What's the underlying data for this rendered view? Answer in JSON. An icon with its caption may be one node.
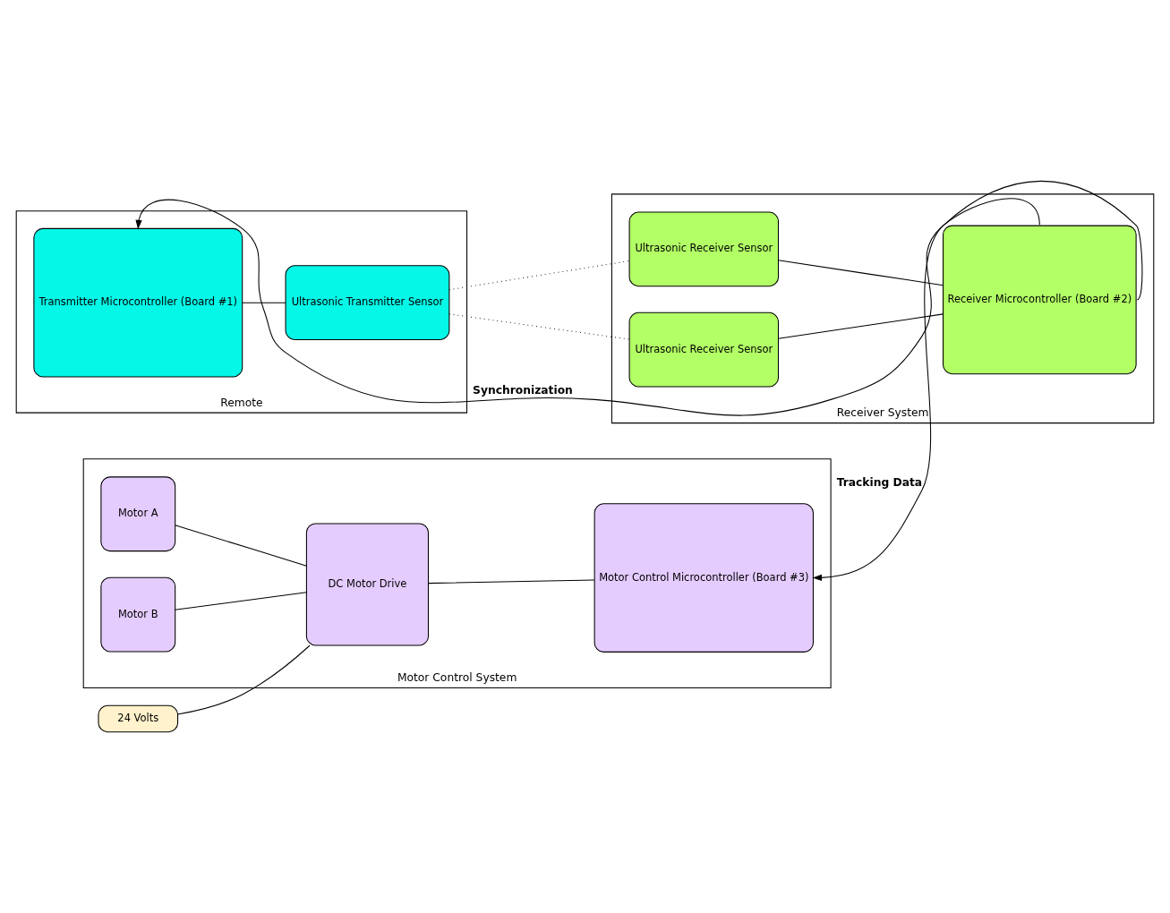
{
  "diagram": {
    "nodes": [
      {
        "text": [
          "Remote"
        ]
      },
      {
        "text": [
          "Transmitter Microcontroller (Board #1)"
        ],
        "in": 0
      },
      {
        "text": [
          "Ultrasonic Transmitter Sensor"
        ],
        "in": 0
      },
      {
        "text": [
          "Receiver System"
        ]
      },
      {
        "text": [
          "Ultrasonic Receiver Sensor"
        ],
        "in": 3
      },
      {
        "text": [
          "Ultrasonic Receiver Sensor"
        ],
        "in": 3
      },
      {
        "text": [
          "Receiver Microcontroller (Board #2)"
        ],
        "in": 3
      },
      {
        "text": [
          "24 Volts"
        ]
      },
      {
        "text": [
          "Motor Control System"
        ]
      },
      {
        "text": [
          "Motor A"
        ],
        "in": 8
      },
      {
        "text": [
          "Motor B"
        ],
        "in": 8
      },
      {
        "text": [
          "DC Motor Drive"
        ],
        "in": 8
      },
      {
        "text": [
          "Motor Control Microcontroller (Board #3)"
        ],
        "in": 8
      }
    ],
    "edges": [
      {
        "from": 1,
        "to": 2,
        "arrow": "none"
      },
      {
        "from": 2,
        "to": 4,
        "arrow": "none",
        "style": "dashed"
      },
      {
        "from": 2,
        "to": 5,
        "arrow": "none",
        "style": "dashed"
      },
      {
        "from": 4,
        "to": 6,
        "arrow": "none"
      },
      {
        "from": 5,
        "to": 6,
        "arrow": "none"
      },
      {
        "from": 6,
        "to": 1,
        "arrow": "to",
        "label": "Synchronization"
      },
      {
        "from": 6,
        "to": 12,
        "arrow": "to",
        "label": "Tracking Data"
      },
      {
        "from": 7,
        "to": 11,
        "arrow": "none"
      },
      {
        "from": 9,
        "to": 11,
        "arrow": "none"
      },
      {
        "from": 10,
        "to": 11,
        "arrow": "none"
      },
      {
        "from": 11,
        "to": 12,
        "arrow": "none"
      }
    ]
  }
}
